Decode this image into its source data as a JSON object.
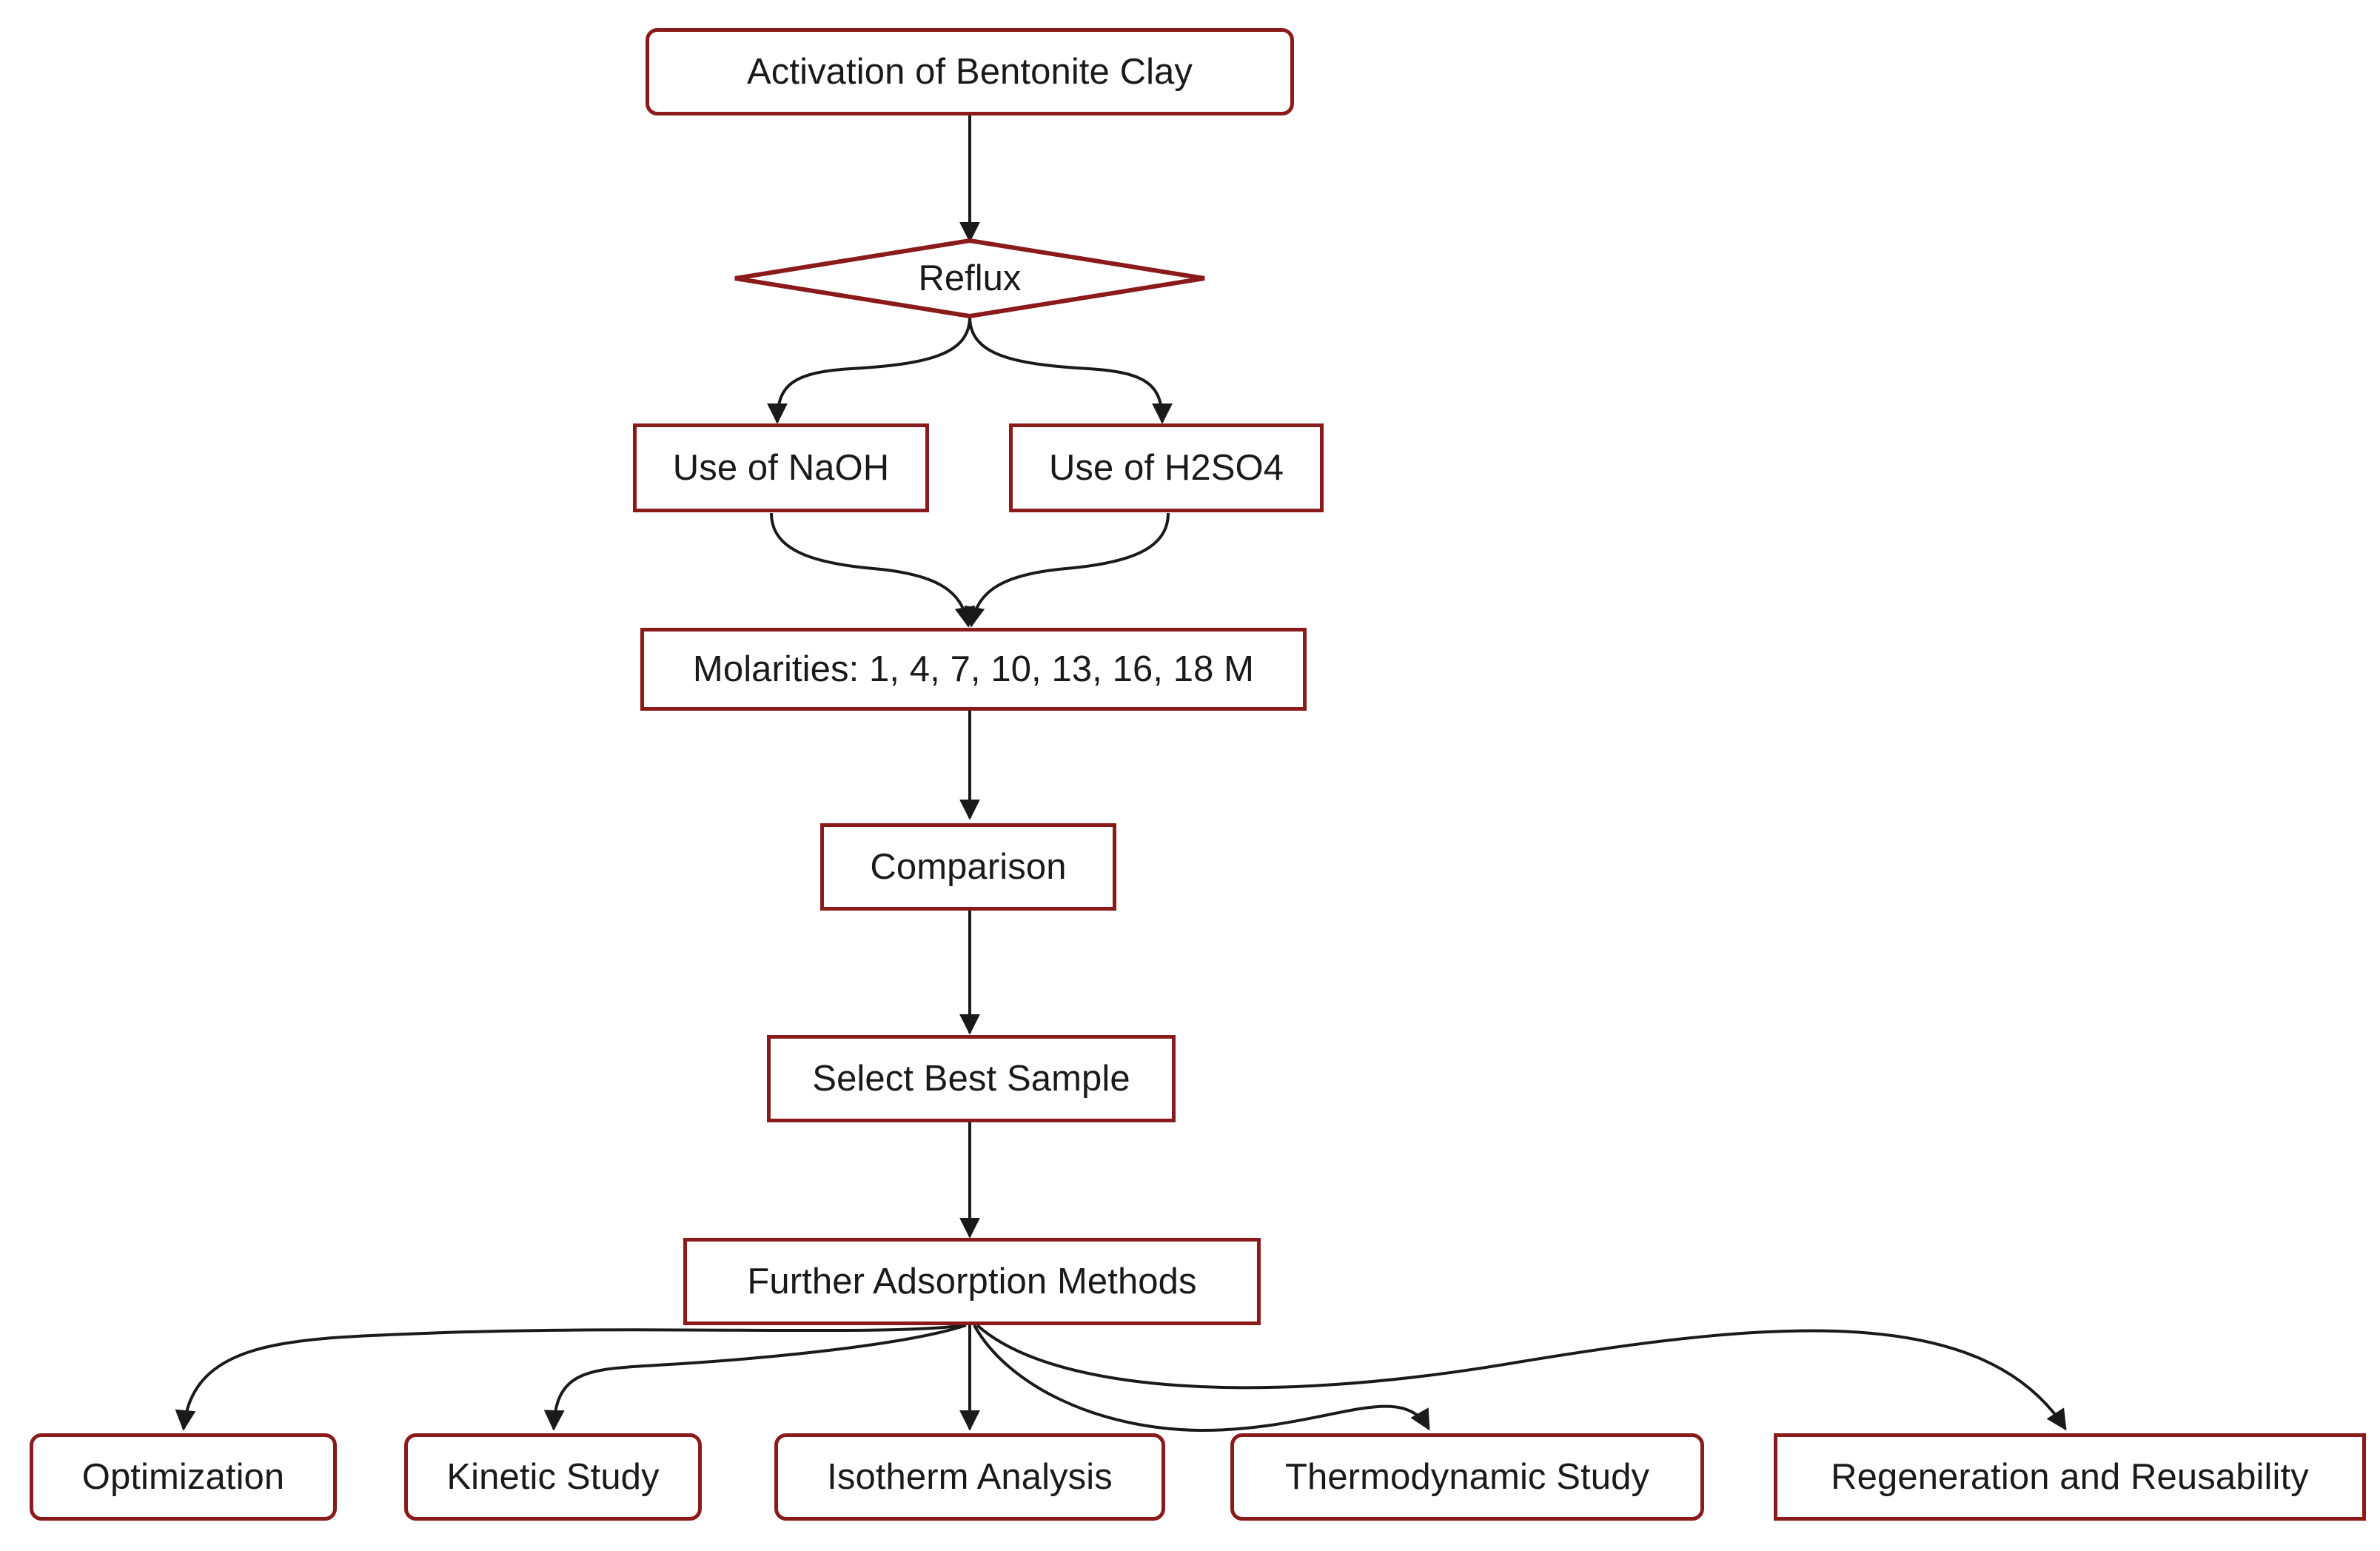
{
  "diagram": {
    "title": "Bentonite Clay Activation and Adsorption Study Flowchart",
    "type": "flowchart",
    "direction": "top-down",
    "theme": {
      "node_border_color": "#8b1a1a",
      "node_fill_color": "#ffffff",
      "edge_color": "#1a1a1a",
      "text_color": "#1a1a1a",
      "background_color": "#ffffff"
    },
    "nodes": [
      {
        "id": "activation",
        "label": "Activation of Bentonite Clay",
        "shape": "rounded-rect"
      },
      {
        "id": "reflux",
        "label": "Reflux",
        "shape": "diamond"
      },
      {
        "id": "naoh",
        "label": "Use of NaOH",
        "shape": "rect"
      },
      {
        "id": "h2so4",
        "label": "Use of H2SO4",
        "shape": "rect"
      },
      {
        "id": "molarities",
        "label": "Molarities: 1, 4, 7, 10, 13, 16, 18 M",
        "shape": "rect"
      },
      {
        "id": "comparison",
        "label": "Comparison",
        "shape": "rect"
      },
      {
        "id": "best_sample",
        "label": "Select Best Sample",
        "shape": "rect"
      },
      {
        "id": "further",
        "label": "Further Adsorption Methods",
        "shape": "rect"
      },
      {
        "id": "optimization",
        "label": "Optimization",
        "shape": "rounded-rect"
      },
      {
        "id": "kinetic",
        "label": "Kinetic Study",
        "shape": "rounded-rect"
      },
      {
        "id": "isotherm",
        "label": "Isotherm Analysis",
        "shape": "rounded-rect"
      },
      {
        "id": "thermo",
        "label": "Thermodynamic Study",
        "shape": "rounded-rect"
      },
      {
        "id": "regeneration",
        "label": "Regeneration and Reusability",
        "shape": "rect"
      }
    ],
    "edges": [
      {
        "from": "activation",
        "to": "reflux"
      },
      {
        "from": "reflux",
        "to": "naoh"
      },
      {
        "from": "reflux",
        "to": "h2so4"
      },
      {
        "from": "naoh",
        "to": "molarities"
      },
      {
        "from": "h2so4",
        "to": "molarities"
      },
      {
        "from": "molarities",
        "to": "comparison"
      },
      {
        "from": "comparison",
        "to": "best_sample"
      },
      {
        "from": "best_sample",
        "to": "further"
      },
      {
        "from": "further",
        "to": "optimization"
      },
      {
        "from": "further",
        "to": "kinetic"
      },
      {
        "from": "further",
        "to": "isotherm"
      },
      {
        "from": "further",
        "to": "thermo"
      },
      {
        "from": "further",
        "to": "regeneration"
      }
    ]
  }
}
